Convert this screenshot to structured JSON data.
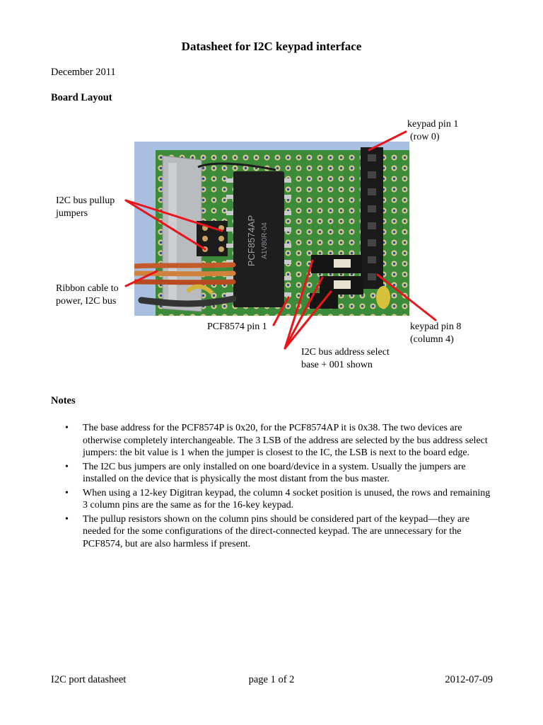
{
  "document": {
    "title": "Datasheet for I2C keypad interface",
    "date": "December 2011",
    "board_layout_heading": "Board Layout",
    "notes_heading": "Notes"
  },
  "figure": {
    "callouts": {
      "keypad_pin1_line1": "keypad pin 1",
      "keypad_pin1_line2": "(row 0)",
      "pullup_line1": "I2C bus pullup",
      "pullup_line2": "jumpers",
      "ribbon_line1": "Ribbon cable to",
      "ribbon_line2": "power, I2C bus",
      "pcf_pin1": "PCF8574 pin 1",
      "keypad_pin8_line1": "keypad pin 8",
      "keypad_pin8_line2": "(column 4)",
      "address_line1": "I2C bus address select",
      "address_line2": "base + 001 shown"
    },
    "ic_marking": "PCF8574AP",
    "ic_marking2": "A1V80R-04",
    "line_color": "#e8151b",
    "board_color": "#3c8a3a"
  },
  "notes": [
    {
      "text": "The base address for the PCF8574P is 0x20, for the PCF8574AP it is 0x38. The two devices are otherwise completely interchangeable. The 3 LSB of the address are selected by the bus address select jumpers: the bit value is 1 when the jumper is closest to the IC, the LSB is next to the board edge."
    },
    {
      "text": "The I2C bus jumpers are only installed on one board/device in a system. Usually the jumpers are installed on the device that is physically the most distant from the bus master."
    },
    {
      "text": "When using a 12-key Digitran keypad, the column 4 socket position is unused, the rows and remaining 3 column pins are the same as for the 16-key keypad."
    },
    {
      "text": "The pullup resistors shown on the column pins should be considered part of the keypad—they are needed for the some configurations of the direct-connected keypad. The are unnecessary for the PCF8574, but are also harmless if present."
    }
  ],
  "footer": {
    "left": "I2C port datasheet",
    "center": "page 1 of 2",
    "right": "2012-07-09"
  }
}
